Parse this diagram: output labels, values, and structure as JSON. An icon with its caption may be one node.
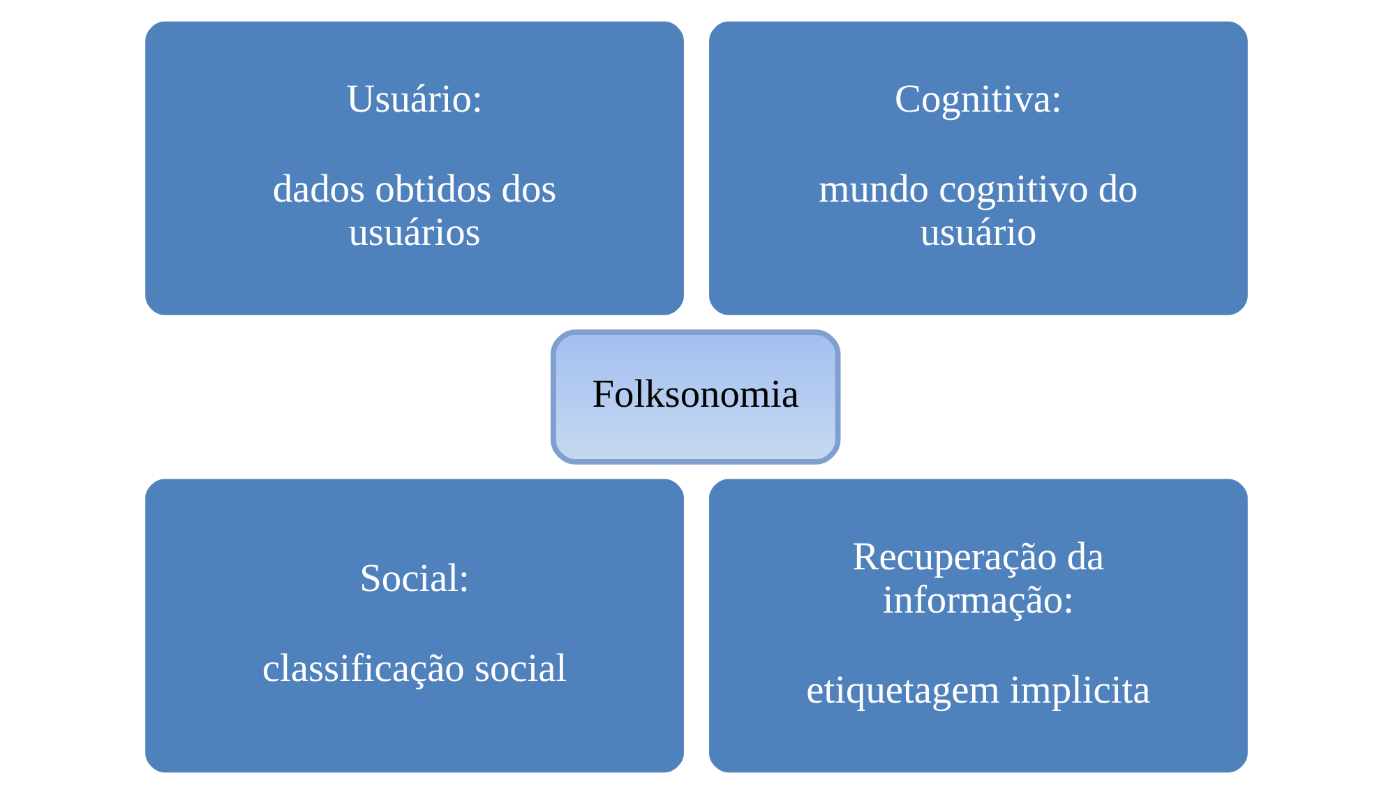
{
  "diagram": {
    "nodes": [
      {
        "text": [
          "Usuário:",
          "dados obtidos dos usuários"
        ]
      },
      {
        "text": [
          "Cognitiva:",
          "mundo cognitivo do usuário"
        ]
      },
      {
        "text": [
          "Folksonomia"
        ]
      },
      {
        "text": [
          "Social:",
          "classificação social"
        ]
      },
      {
        "text": [
          "Recuperação da informação:",
          "etiquetagem implicita"
        ]
      }
    ],
    "edges": []
  }
}
